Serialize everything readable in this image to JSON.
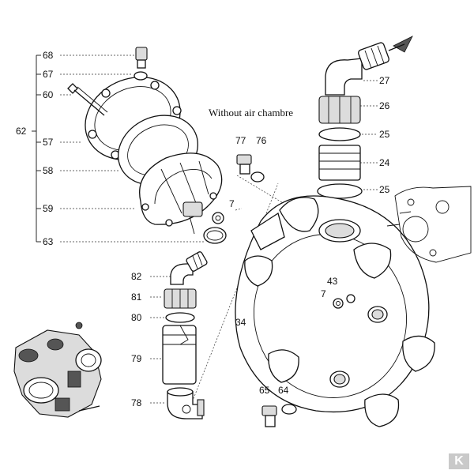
{
  "heading": "Without air chambre",
  "brand_mark": "K",
  "group_label": "62",
  "labels": {
    "p68": "68",
    "p67": "67",
    "p60": "60",
    "p57": "57",
    "p58": "58",
    "p59": "59",
    "p63": "63",
    "p77": "77",
    "p76": "76",
    "p7a": "7",
    "p27": "27",
    "p26": "26",
    "p25a": "25",
    "p24": "24",
    "p25b": "25",
    "p82": "82",
    "p81": "81",
    "p80": "80",
    "p79": "79",
    "p78": "78",
    "p43": "43",
    "p7b": "7",
    "p34": "34",
    "p65": "65",
    "p64": "64"
  }
}
